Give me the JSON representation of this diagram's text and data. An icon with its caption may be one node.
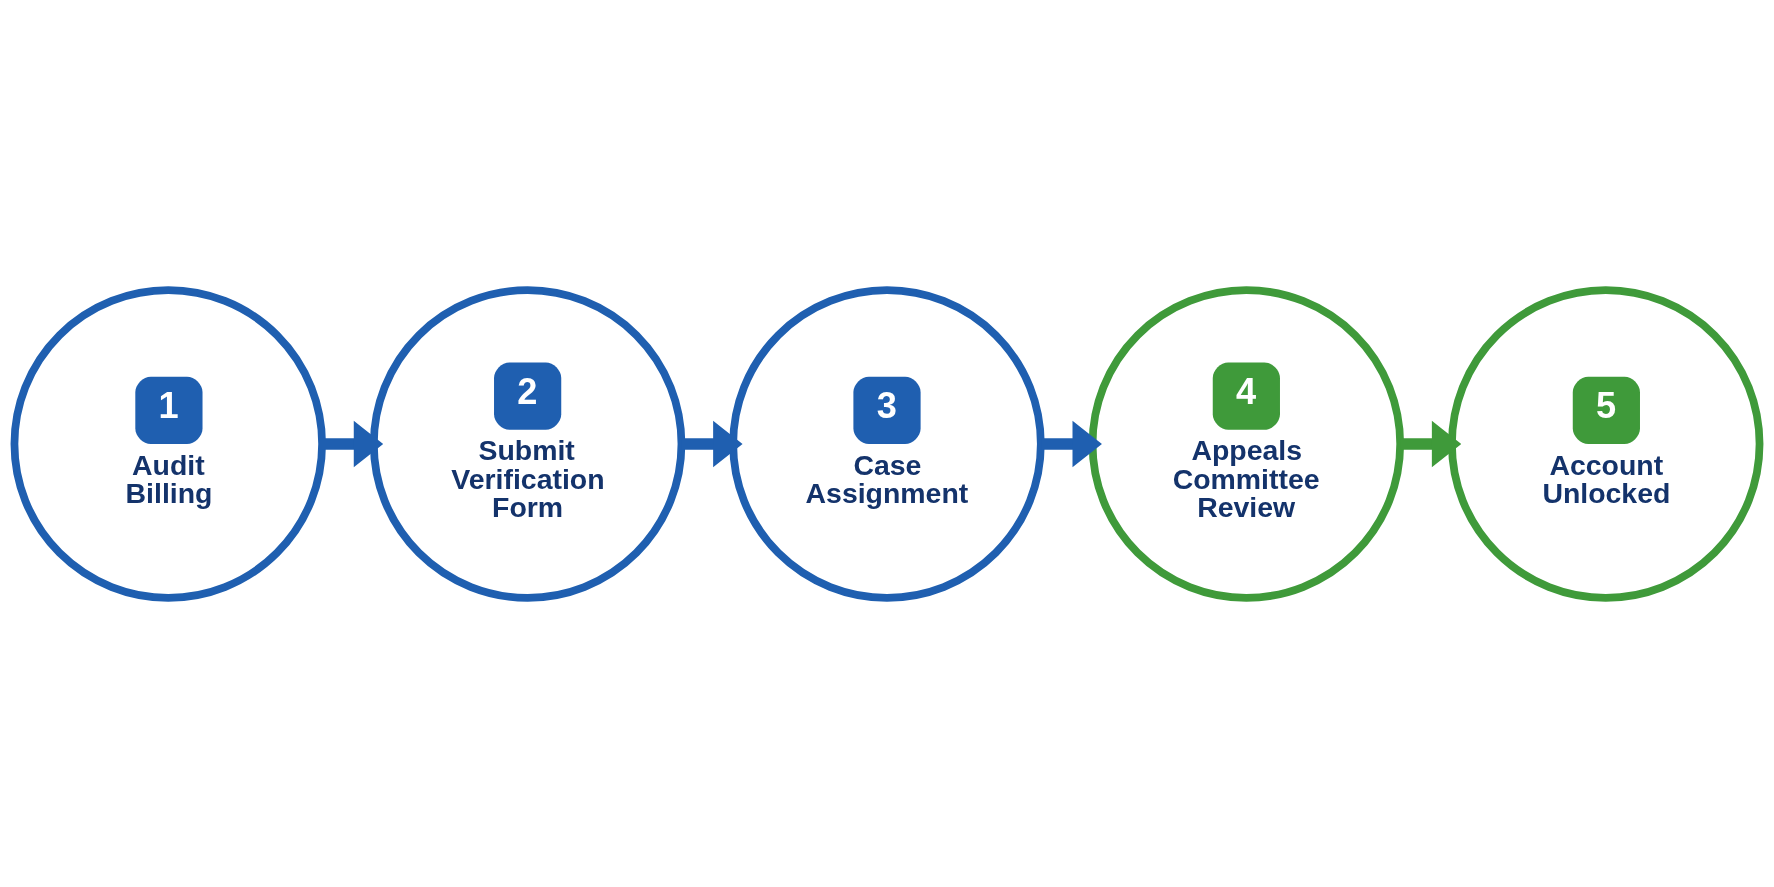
{
  "diagram": {
    "nodes": [
      {
        "text": [
          "1",
          "Audit Billing"
        ]
      },
      {
        "text": [
          "2",
          "Submit Verification Form"
        ]
      },
      {
        "text": [
          "3",
          "Case Assignment"
        ]
      },
      {
        "text": [
          "4",
          "Appeals Committee Review"
        ]
      },
      {
        "text": [
          "5",
          "Account Unlocked"
        ]
      }
    ],
    "edges": [
      {
        "from": 0,
        "to": 1,
        "arrow": "to"
      },
      {
        "from": 1,
        "to": 2,
        "arrow": "to"
      },
      {
        "from": 2,
        "to": 3,
        "arrow": "to"
      },
      {
        "from": 3,
        "to": 4,
        "arrow": "to",
        "color": "#3f9a3a"
      }
    ]
  }
}
